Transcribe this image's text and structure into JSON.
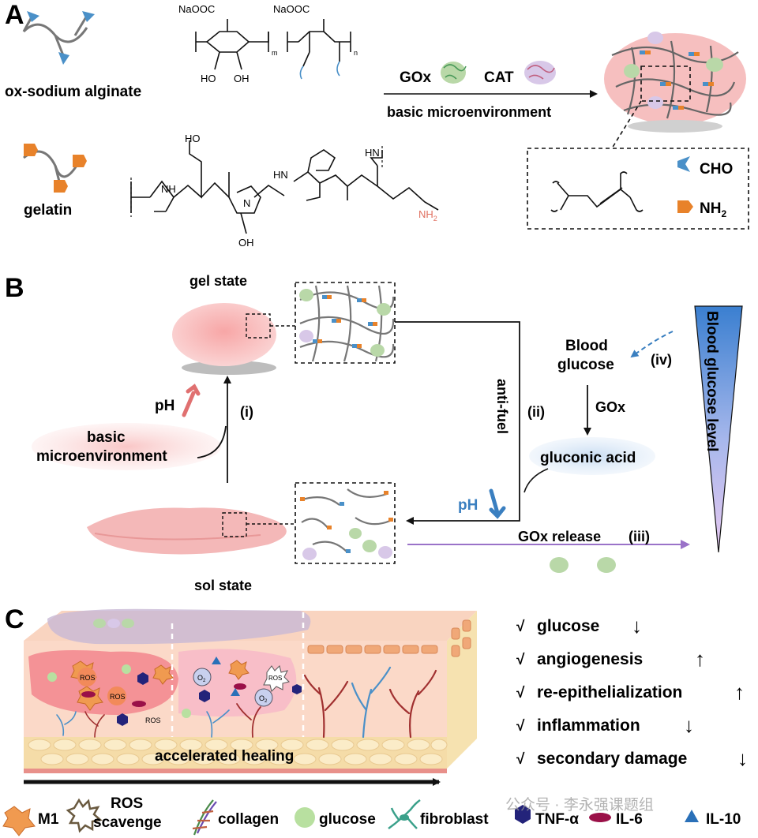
{
  "panels": {
    "a": {
      "letter": "A",
      "ox_alginate_label": "ox-sodium alginate",
      "gelatin_label": "gelatin",
      "naooc_1": "NaOOC",
      "naooc_2": "NaOOC",
      "ho_1": "HO",
      "oh_1": "OH",
      "sub_m": "m",
      "sub_n": "n",
      "gelatin_ho": "HO",
      "gelatin_nh": "NH",
      "gelatin_hn_1": "HN",
      "gelatin_hn_2": "HN",
      "gelatin_n": "N",
      "gelatin_oh": "OH",
      "gelatin_nh2": "NH",
      "gelatin_nh2_sub": "2",
      "gox": "GOx",
      "cat": "CAT",
      "basic_microenvironment": "basic microenvironment",
      "legend_cho": "CHO",
      "legend_nh2": "NH",
      "legend_nh2_sub": "2"
    },
    "b": {
      "letter": "B",
      "gel_state": "gel state",
      "sol_state": "sol state",
      "ph": "pH",
      "basic": "basic",
      "microenvironment": "microenvironment",
      "step_i": "(i)",
      "anti_fuel": "anti-fuel",
      "step_ii": "(ii)",
      "blood": "Blood",
      "glucose": "glucose",
      "step_iv": "(iv)",
      "gox": "GOx",
      "gluconic_acid": "gluconic acid",
      "ph_down": "pH",
      "gox_release": "GOx release",
      "step_iii": "(iii)",
      "blood_glucose_level": "Blood glucose level"
    },
    "c": {
      "letter": "C",
      "ros": "ROS",
      "o2": "O",
      "o2_sub": "2",
      "accelerated_healing": "accelerated healing",
      "outcomes": [
        {
          "check": "√",
          "text": "glucose",
          "arrow": "↓"
        },
        {
          "check": "√",
          "text": "angiogenesis",
          "arrow": "↑"
        },
        {
          "check": "√",
          "text": "re-epithelialization",
          "arrow": "↑"
        },
        {
          "check": "√",
          "text": "inflammation",
          "arrow": "↓"
        },
        {
          "check": "√",
          "text": "secondary damage",
          "arrow": "↓"
        }
      ]
    }
  },
  "legend": [
    {
      "icon": "m1-icon",
      "label": "M1"
    },
    {
      "icon": "ros-scavenge-icon",
      "label": "ROS"
    },
    {
      "icon": "ros-scavenge-icon",
      "label": "scavenge"
    },
    {
      "icon": "collagen-icon",
      "label": "collagen"
    },
    {
      "icon": "glucose-icon",
      "label": "glucose"
    },
    {
      "icon": "fibroblast-icon",
      "label": "fibroblast"
    },
    {
      "icon": "tnf-icon",
      "label": "TNF-α"
    },
    {
      "icon": "il6-icon",
      "label": "IL-6"
    },
    {
      "icon": "il10-icon",
      "label": "IL-10"
    }
  ],
  "watermark": "公众号 · 李永强课题组",
  "colors": {
    "cho_blue": "#4a90c8",
    "nh2_orange": "#e8822a",
    "gel_pink": "#f2a0a0",
    "arrow_red": "#e07070",
    "arrow_blue": "#3a7fc0",
    "release_purple": "#9a72c8",
    "tnf_navy": "#23237a",
    "il6_maroon": "#9a1048",
    "il10_blue": "#2a70b8"
  }
}
